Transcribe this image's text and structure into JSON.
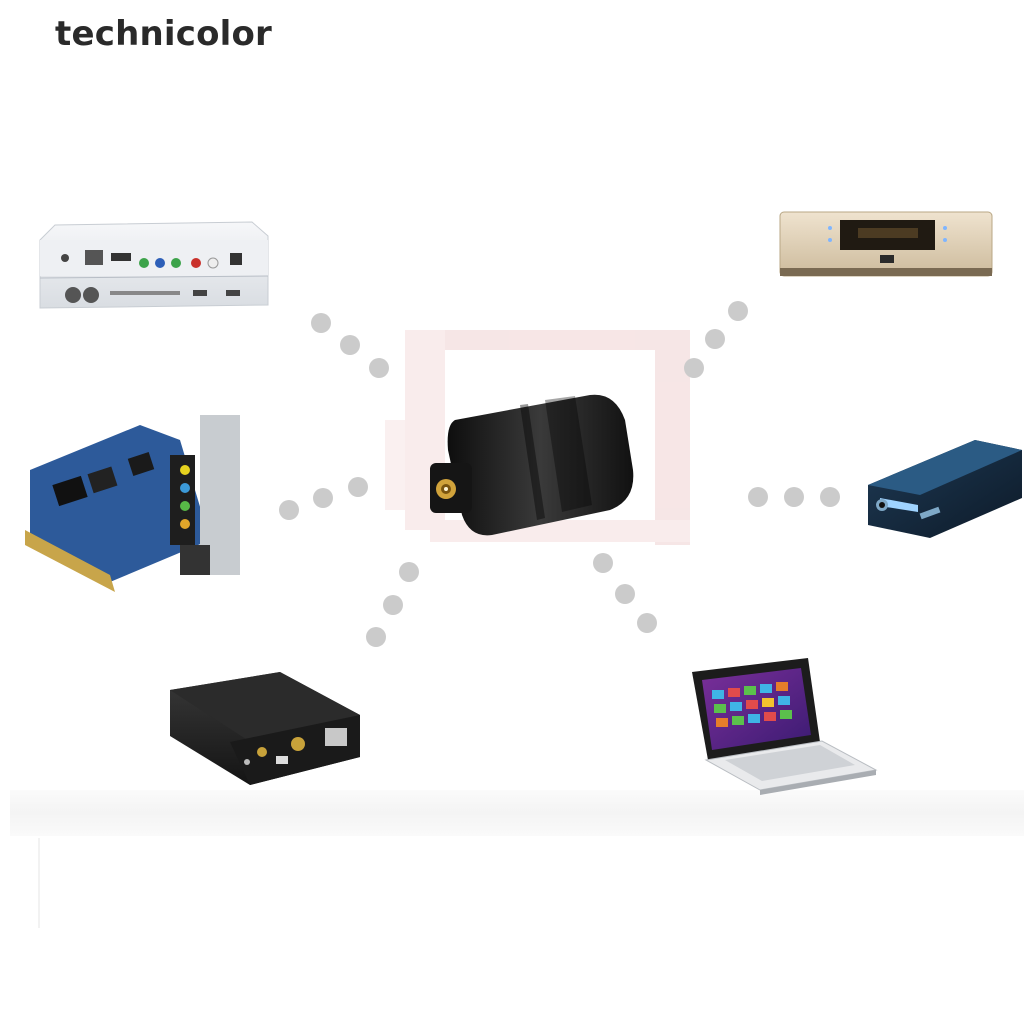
{
  "brand": {
    "name": "technicolor"
  },
  "scene": {
    "center": "optical-toslink-mini-adapter",
    "devices": [
      "media-player",
      "sound-card",
      "dac-box",
      "cd-player",
      "portable-dac",
      "laptop"
    ],
    "colors": {
      "dots": "#cbcbcb",
      "ghost": "#f2d5d5",
      "device_dark": "#1c1c1c",
      "sound_card_pcb": "#2d5a9a"
    }
  }
}
